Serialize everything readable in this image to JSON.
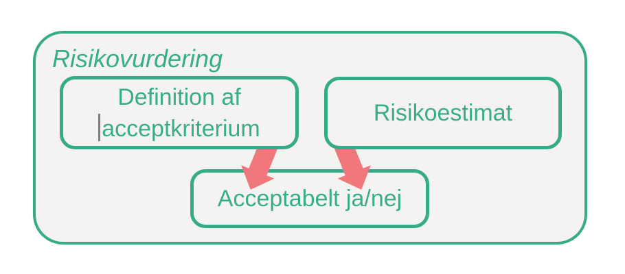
{
  "diagram": {
    "title": "Risikovurdering",
    "nodes": {
      "definition": {
        "line1": "Definition af",
        "line2": "acceptkriterium",
        "has_text_cursor": "true"
      },
      "estimat": {
        "label": "Risikoestimat"
      },
      "acceptabelt": {
        "label": "Acceptabelt ja/nej"
      }
    },
    "connections": [
      {
        "from": "definition",
        "to": "acceptabelt"
      },
      {
        "from": "estimat",
        "to": "acceptabelt"
      }
    ],
    "colors": {
      "green": "#35ab88",
      "text_green": "#38ad8a",
      "coral": "#f0777a",
      "box_fill": "#f4f3f1",
      "cursor_gray": "#7d7d7d",
      "page_background": "#ffffff"
    }
  }
}
